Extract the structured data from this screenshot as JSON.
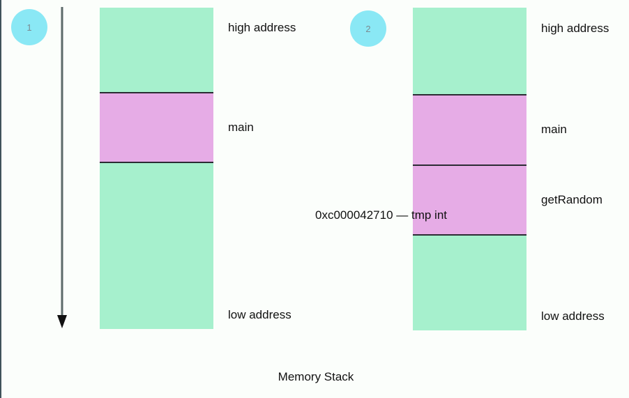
{
  "diagram": {
    "caption": "Memory Stack",
    "colors": {
      "background": "#fbfefb",
      "free_region": "#a6f0cd",
      "stack_frame": "#e6ace6",
      "badge": "#8ae8f5",
      "badge_text": "#7b8a90",
      "divider": "#2b2b33",
      "arrow": "#5c6a6a",
      "text": "#111111"
    },
    "growth_arrow": {
      "name": "stack-growth-direction-arrow",
      "direction": "downward",
      "meaning": "stack grows from high address to low address"
    },
    "steps": [
      {
        "badge": "1",
        "name": "step-1",
        "labels": {
          "top": "high address",
          "bottom": "low address"
        },
        "segments": [
          {
            "kind": "free",
            "label": ""
          },
          {
            "kind": "frame",
            "label": "main"
          },
          {
            "kind": "free",
            "label": ""
          }
        ]
      },
      {
        "badge": "2",
        "name": "step-2",
        "labels": {
          "top": "high address",
          "bottom": "low address"
        },
        "segments": [
          {
            "kind": "free",
            "label": ""
          },
          {
            "kind": "frame",
            "label": "main"
          },
          {
            "kind": "frame",
            "label": "getRandom"
          },
          {
            "kind": "free",
            "label": ""
          }
        ],
        "annotation": {
          "address": "0xc000042710",
          "separator": "—",
          "variable": "tmp int",
          "full_text": "0xc000042710 — tmp int"
        }
      }
    ]
  }
}
